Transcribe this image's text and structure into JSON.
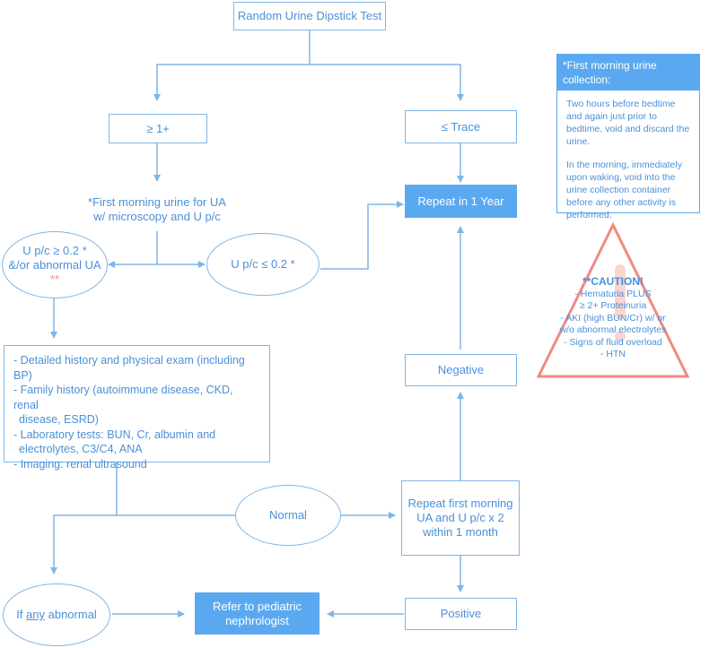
{
  "start": "Random Urine Dipstick Test",
  "ge1": "≥ 1+",
  "trace": "≤ Trace",
  "first_morning_line1": "*First morning urine for UA",
  "first_morning_line2": "w/ microscopy and U p/c",
  "repeat_year": "Repeat in 1 Year",
  "upc_high_line1": "U p/c ≥ 0.2 *",
  "upc_high_line2": "&/or abnormal UA",
  "upc_high_marker": "**",
  "upc_low": "U p/c ≤ 0.2 *",
  "workup": [
    "- Detailed history and physical exam (including BP)",
    "- Family history (autoimmune disease, CKD, renal",
    "  disease, ESRD)",
    "- Laboratory tests: BUN, Cr, albumin and",
    "  electrolytes, C3/C4, ANA",
    "- Imaging: renal ultrasound"
  ],
  "negative": "Negative",
  "normal": "Normal",
  "repeat_month_line1": "Repeat first morning",
  "repeat_month_line2": "UA and U p/c x 2",
  "repeat_month_line3": "within 1 month",
  "if_abnormal_pre": "If ",
  "if_abnormal_u": "any",
  "if_abnormal_post": " abnormal",
  "refer_line1": "Refer to pediatric",
  "refer_line2": "nephrologist",
  "positive": "Positive",
  "note": {
    "title": "*First morning urine collection:",
    "para1": "Two hours before bedtime and again just prior to bedtime, void and discard the urine.",
    "para2": "In the morning, immediately upon waking, void into the urine collection container before any other activity is performed."
  },
  "caution": {
    "title": "**CAUTION!",
    "lines": [
      "- Hematuria PLUS",
      "≥ 2+ Proteinuria",
      "- AKI (high BUN/Cr) w/ or",
      "w/o abnormal electrolytes",
      "- Signs of fluid overload",
      "- HTN"
    ]
  },
  "colors": {
    "line": "#7fb6e8",
    "fill": "#5aa9f0",
    "text": "#4a90d9",
    "caution": "#f08a80"
  }
}
